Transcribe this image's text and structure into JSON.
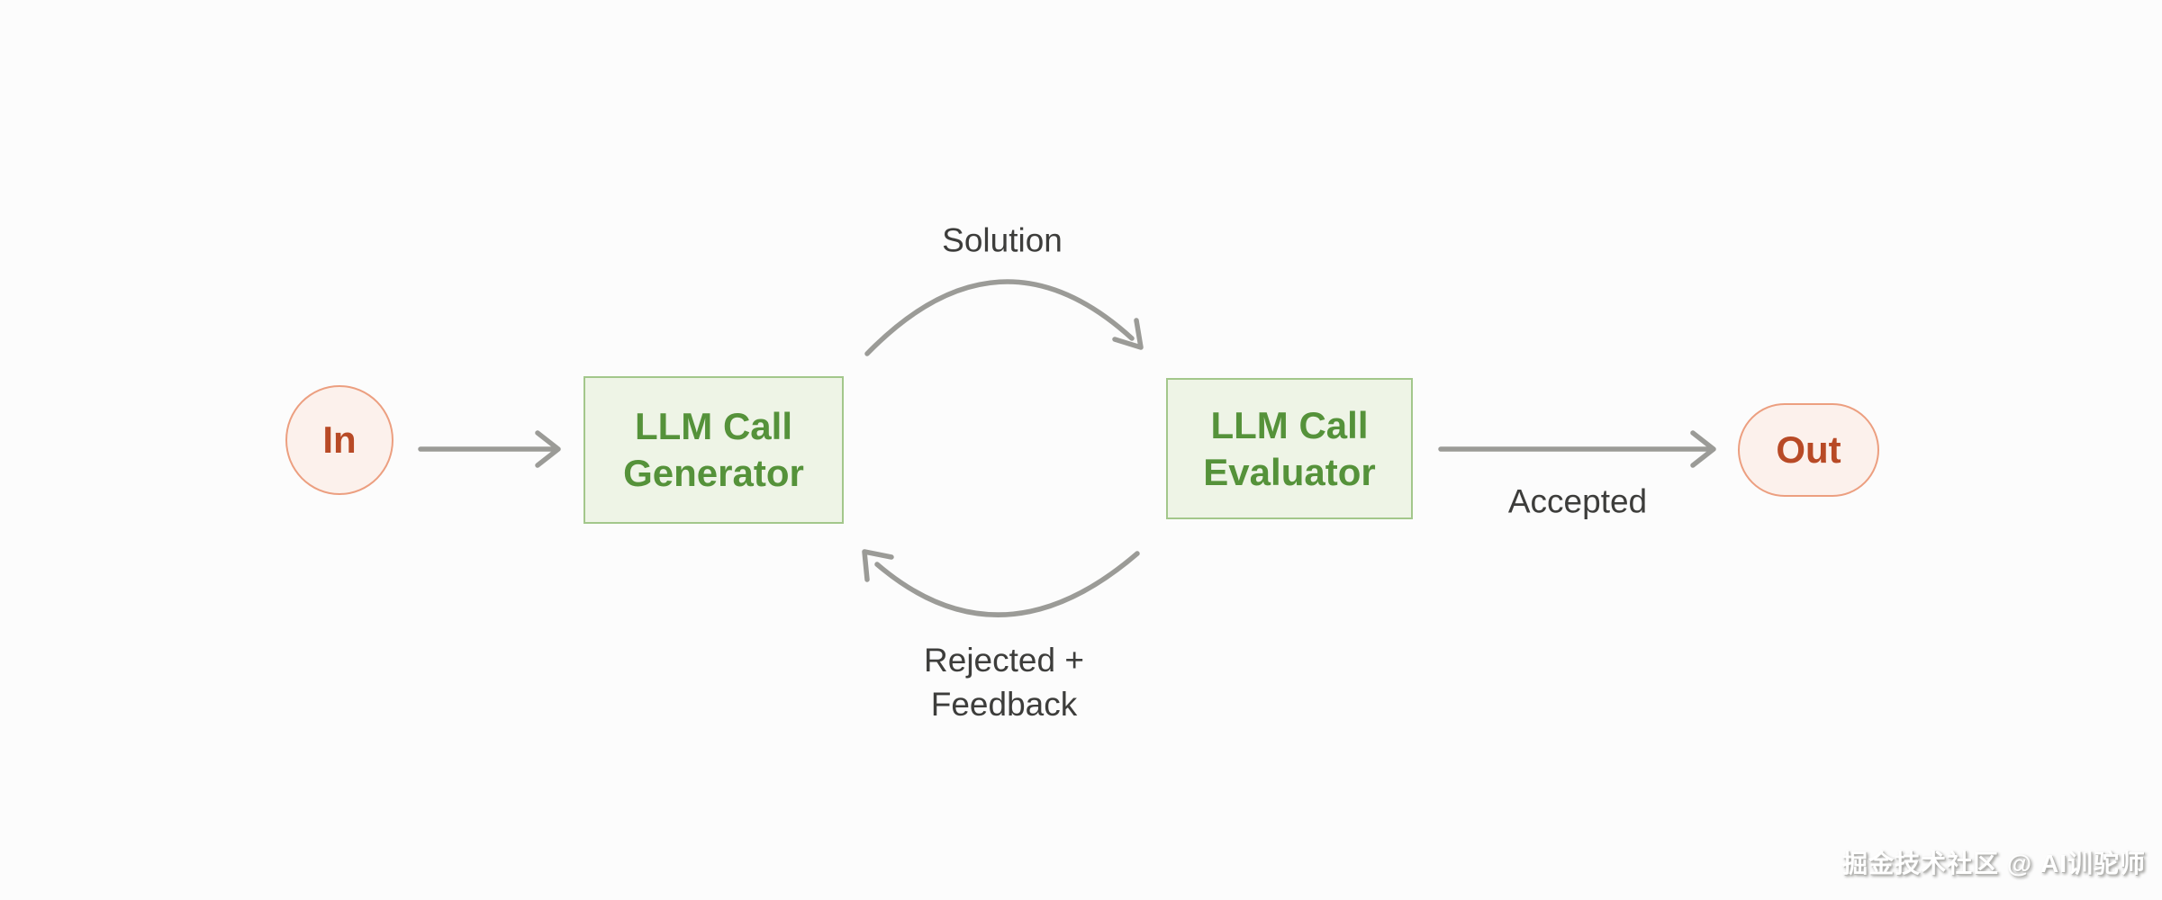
{
  "palette": {
    "green-fill": "#eef4e6",
    "green-border": "#a3c78b",
    "green-text": "#55923a",
    "pink-fill": "#fcf1ec",
    "pink-border": "#ec9f80",
    "pink-text": "#b84a26",
    "arrow-gray": "#9b9b97",
    "label-text": "#3d3d3b",
    "background": "#fcfcfc",
    "watermark-color": "#ffffff",
    "watermark-shadow": "#8f8f8c"
  },
  "diagram": {
    "in_node": {
      "label": "In"
    },
    "generator": {
      "line1": "LLM Call",
      "line2": "Generator"
    },
    "evaluator": {
      "line1": "LLM Call",
      "line2": "Evaluator"
    },
    "out_node": {
      "label": "Out"
    },
    "labels": {
      "solution": "Solution",
      "accepted": "Accepted",
      "rejected_line1": "Rejected +",
      "rejected_line2": "Feedback"
    }
  },
  "watermark": {
    "text": "掘金技术社区 @ AI训驼师"
  }
}
